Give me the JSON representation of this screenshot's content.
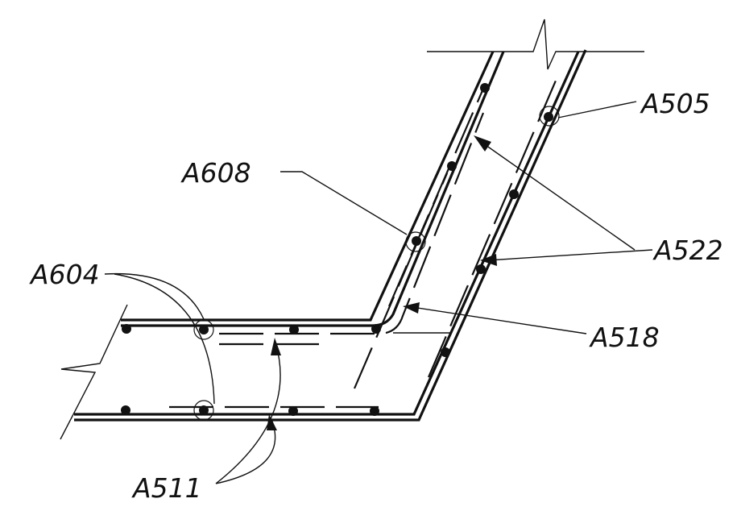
{
  "labels": {
    "a505": "A505",
    "a608": "A608",
    "a522": "A522",
    "a604": "A604",
    "a518": "A518",
    "a511": "A511"
  },
  "colors": {
    "ink": "#111111",
    "background": "#ffffff"
  }
}
